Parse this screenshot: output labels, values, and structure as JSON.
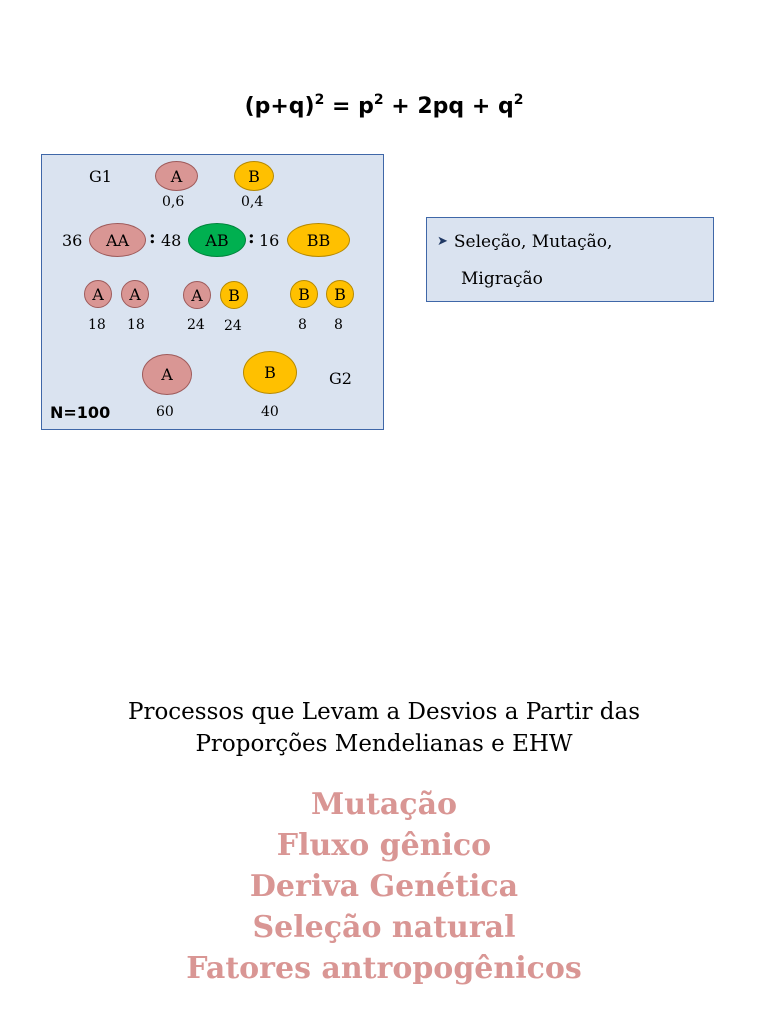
{
  "formula": {
    "lhs_base": "(p+q)",
    "lhs_exp": "2",
    "equals": " = ",
    "t1_base": "p",
    "t1_exp": "2",
    "plus1": " + 2pq + ",
    "t3_base": "q",
    "t3_exp": "2"
  },
  "diagram": {
    "g1_label": "G1",
    "g2_label": "G2",
    "n_label": "N=100",
    "alleles_g1": [
      {
        "label": "A",
        "freq": "0,6",
        "color": "#d99694"
      },
      {
        "label": "B",
        "freq": "0,4",
        "color": "#ffc000"
      }
    ],
    "genotypes": [
      {
        "count": "36",
        "label": "AA",
        "color": "#d99694"
      },
      {
        "count": "48",
        "label": "AB",
        "color": "#00b050"
      },
      {
        "count": "16",
        "label": "BB",
        "color": "#ffc000"
      }
    ],
    "separator": ":",
    "gametes": [
      {
        "label": "A",
        "count": "18",
        "color": "#d99694"
      },
      {
        "label": "A",
        "count": "18",
        "color": "#d99694"
      },
      {
        "label": "A",
        "count": "24",
        "color": "#d99694"
      },
      {
        "label": "B",
        "count": "24",
        "color": "#ffc000"
      },
      {
        "label": "B",
        "count": "8",
        "color": "#ffc000"
      },
      {
        "label": "B",
        "count": "8",
        "color": "#ffc000"
      }
    ],
    "alleles_g2": [
      {
        "label": "A",
        "count": "60",
        "color": "#d99694"
      },
      {
        "label": "B",
        "count": "40",
        "color": "#ffc000"
      }
    ]
  },
  "callout": {
    "line1": "Seleção, Mutação,",
    "line2": "Migração"
  },
  "heading": {
    "line1": "Processos que Levam a Desvios a Partir das",
    "line2": "Proporções Mendelianas e EHW"
  },
  "processes": [
    "Mutação",
    "Fluxo gênico",
    "Deriva Genética",
    "Seleção natural",
    "Fatores antropogênicos"
  ],
  "colors": {
    "allele_a": "#d99694",
    "allele_b": "#ffc000",
    "heterozygote": "#00b050",
    "panel_bg": "#dae3f0",
    "panel_border": "#3f67a8",
    "list_text": "#d99694"
  }
}
